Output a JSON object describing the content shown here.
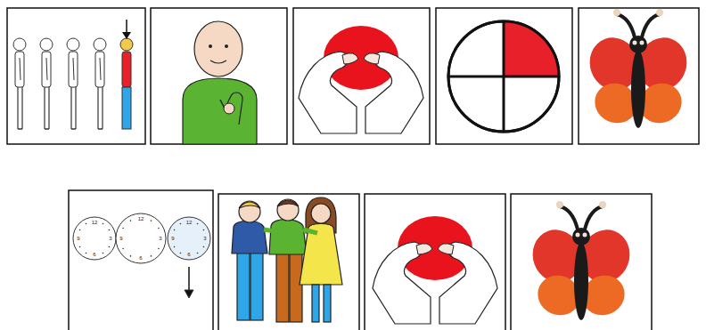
{
  "diagram": {
    "labels": [
      "12",
      "3",
      "6",
      "9",
      "12",
      "3",
      "6",
      "9",
      "12",
      "3",
      "6",
      "9"
    ]
  }
}
